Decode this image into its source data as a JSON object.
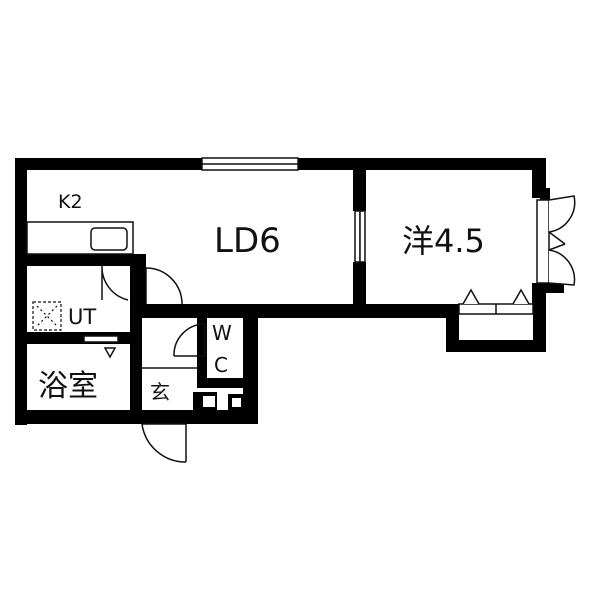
{
  "rooms": {
    "kitchen": "K2",
    "living_dining": "LD6",
    "western_room": "洋4.5",
    "utility": "UT",
    "bathroom": "浴室",
    "entrance": "玄",
    "toilet_w": "W",
    "toilet_c": "C"
  },
  "colors": {
    "wall": "#000000",
    "background": "#ffffff",
    "line": "#111111"
  }
}
